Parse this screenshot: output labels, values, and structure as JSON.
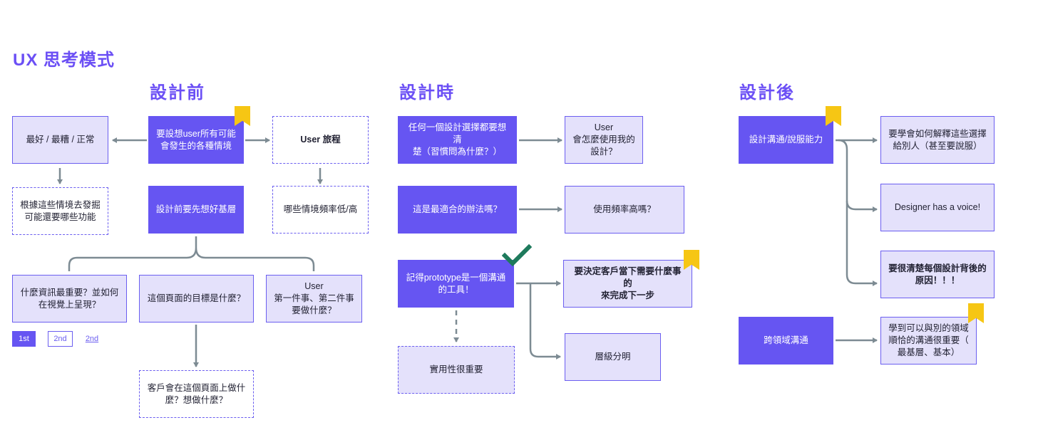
{
  "title": "UX 思考模式",
  "sections": {
    "before": "設計前",
    "during": "設計時",
    "after": "設計後"
  },
  "nodes": {
    "b1": "要設想user所有可能\n會發生的各種情境",
    "b2": "最好 / 最糟 / 正常",
    "b3": "User 旅程",
    "b4": "根據這些情境去發掘\n可能還要哪些功能",
    "b5": "哪些情境頻率低/高",
    "b6": "設計前要先想好基層",
    "b7": "什麼資訊最重要？並如何\n在視覺上呈現？",
    "b8": "這個頁面的目標是什麼？",
    "b9": "User\n第一件事、第二件事\n要做什麼？",
    "b10": "客戶會在這個頁面上做什\n麼？想做什麼？",
    "d1": "任何一個設計選擇都要想清\n楚（習慣問為什麼？）",
    "d2": "User\n會怎麼使用我的\n設計？",
    "d3": "這是最適合的辦法嗎？",
    "d4": "使用頻率高嗎？",
    "d5": "記得prototype是一個溝通\n的工具！",
    "d6": "要決定客戶當下需要什麼事的\n來完成下一步",
    "d7": "層級分明",
    "d8": "實用性很重要",
    "a1": "設計溝通/說服能力",
    "a2": "要學會如何解釋這些選擇\n給別人（甚至要說服）",
    "a3": "Designer has a voice!",
    "a4": "要很清楚每個設計背後的\n原因！！！",
    "a5": "跨領域溝通",
    "a6": "學到可以與別的領域\n順恰的溝通很重要（\n最基層、基本）"
  },
  "legend": [
    "1st",
    "2nd",
    "2nd"
  ],
  "colors": {
    "primary": "#6655f2",
    "light": "#e4e1fb",
    "connector": "#7d8b93",
    "bookmark": "#f6c614",
    "check": "#1e7a5c"
  }
}
